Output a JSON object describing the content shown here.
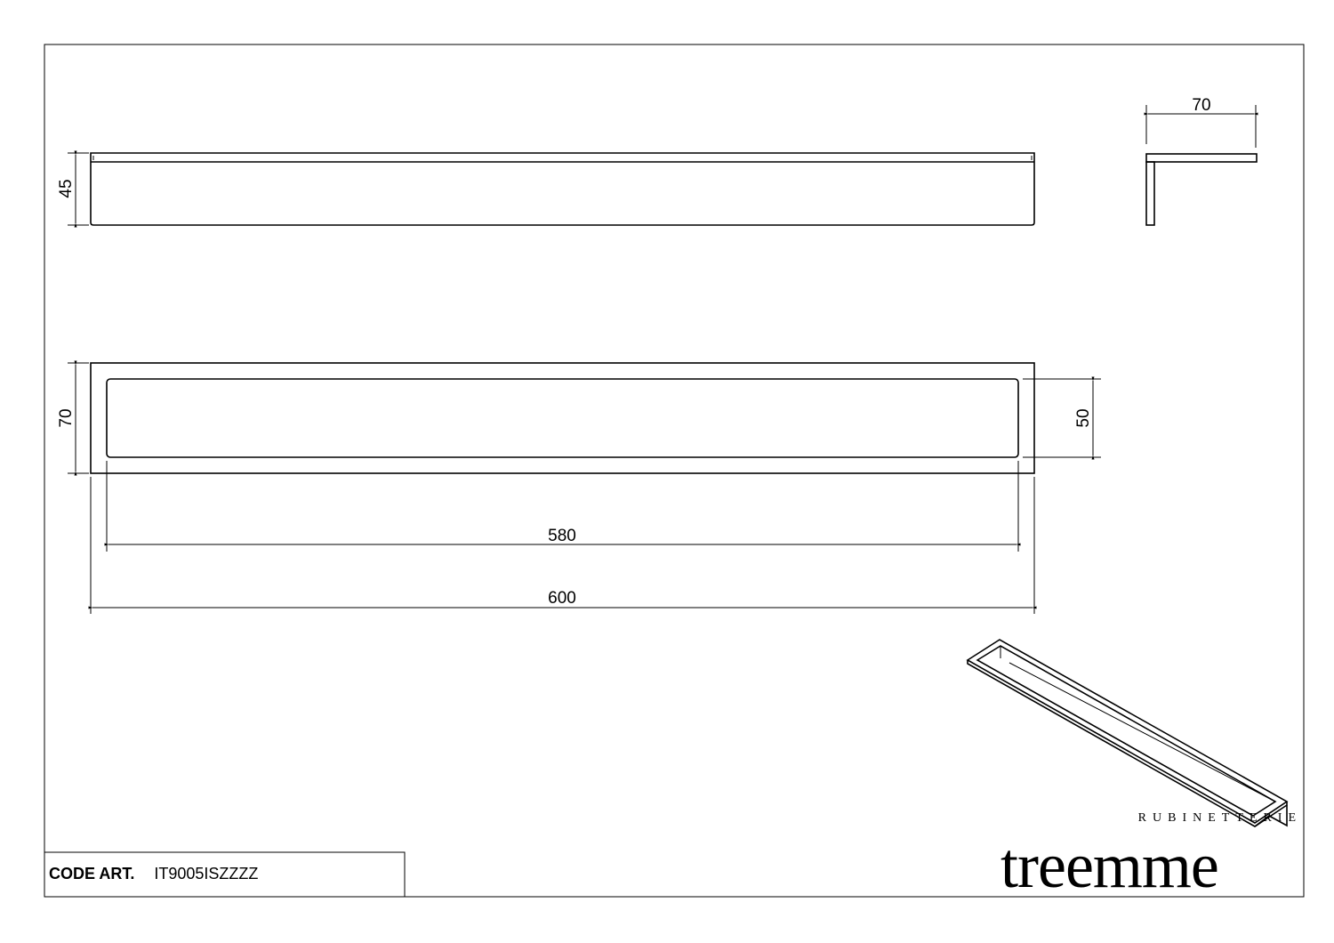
{
  "dimensions": {
    "top_view_height": "45",
    "side_view_width": "70",
    "front_view_height": "70",
    "inner_height": "50",
    "inner_length": "580",
    "overall_length": "600"
  },
  "title_block": {
    "code_label": "CODE ART.",
    "code_value": "IT9005ISZZZZ"
  },
  "logo": {
    "sub": "RUBINETTERIE",
    "main": "treemme"
  }
}
